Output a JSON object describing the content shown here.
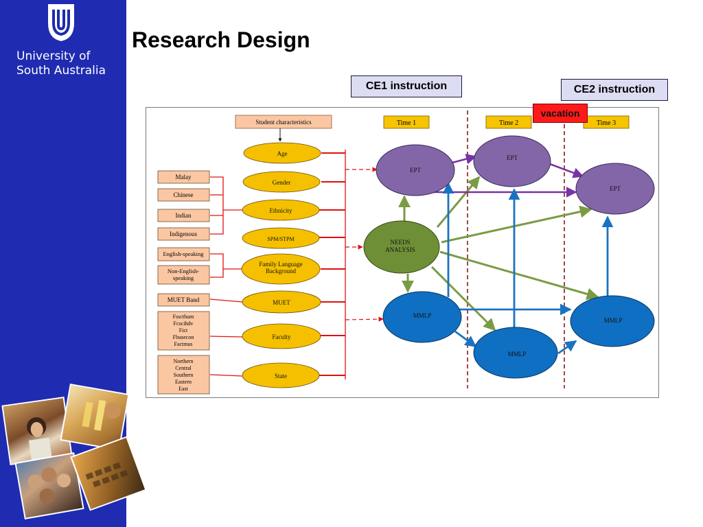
{
  "sidebar": {
    "university_name": "University of South Australia",
    "brand_color": "#1f2bb0"
  },
  "slide": {
    "title": "Research Design"
  },
  "callouts": {
    "ce1": "CE1 instruction",
    "ce2": "CE2 instruction",
    "vacation": "vacation"
  },
  "diagram": {
    "student_characteristics": "Student characteristics",
    "times": [
      "Time 1",
      "Time 2",
      "Time 3"
    ],
    "categories": [
      "Malay",
      "Chinese",
      "Indian",
      "Indigenous",
      "English-speaking",
      "Non-English-speaking",
      "MUET Band",
      "Fsscthum Fcscihdv Fict Fbusecon Factmus",
      "Northern Central Southern Eastern East"
    ],
    "characteristics": [
      "Age",
      "Gender",
      "Ethnicity",
      "SPM/STPM",
      "Family Language Background",
      "MUET",
      "Faculty",
      "State"
    ],
    "ept": "EPT",
    "mmlp": "MMLP",
    "needs_analysis": "NEEDS ANALYSIS",
    "colors": {
      "box_fill": "#fbc7a3",
      "time_fill": "#f6c400",
      "oval_fill": "#f5c000",
      "ept_fill": "#8366a8",
      "mmlp_fill": "#0f6fc2",
      "needs_fill": "#6f8f37",
      "red_line": "#e01010",
      "purple_arrow": "#7a32a8",
      "blue_arrow": "#1a73c0",
      "green_arrow": "#7a9b45",
      "divider": "#8b1a1a"
    }
  }
}
